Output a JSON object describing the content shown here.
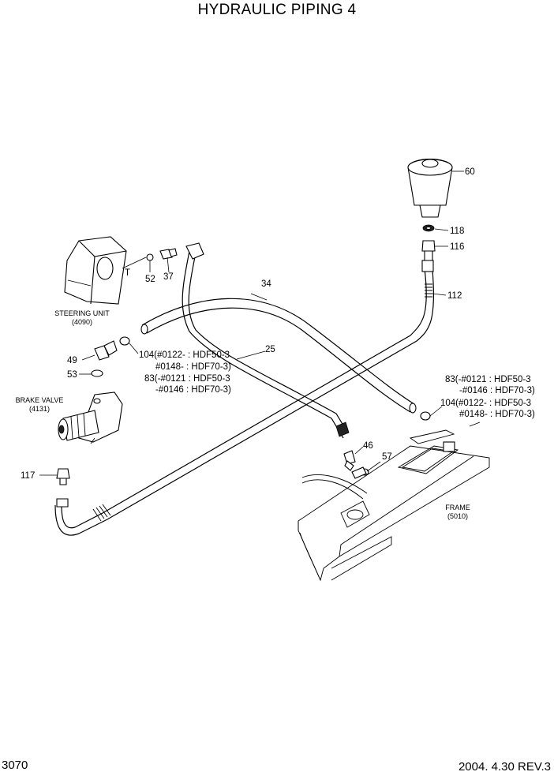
{
  "title": "HYDRAULIC PIPING 4",
  "page_number": "3070",
  "revision": "2004. 4.30 REV.3",
  "components": {
    "steering_unit": {
      "name": "STEERING UNIT",
      "code": "(4090)",
      "port": "T"
    },
    "brake_valve": {
      "name": "BRAKE VALVE",
      "code": "(4131)"
    },
    "frame": {
      "name": "FRAME",
      "code": "(5010)"
    }
  },
  "callouts": {
    "p60": "60",
    "p118": "118",
    "p116": "116",
    "p112": "112",
    "p34": "34",
    "p52": "52",
    "p37": "37",
    "p25": "25",
    "p49": "49",
    "p53": "53",
    "p117": "117",
    "p46": "46",
    "p57": "57"
  },
  "notes_left": {
    "line1": "104(#0122- : HDF50-3",
    "line2": "#0148- : HDF70-3)",
    "line3": "83(-#0121 : HDF50-3",
    "line4": "-#0146 : HDF70-3)"
  },
  "notes_right": {
    "line1": "83(-#0121 : HDF50-3",
    "line2": "-#0146 : HDF70-3)",
    "line3": "104(#0122- : HDF50-3",
    "line4": "#0148- : HDF70-3)"
  }
}
